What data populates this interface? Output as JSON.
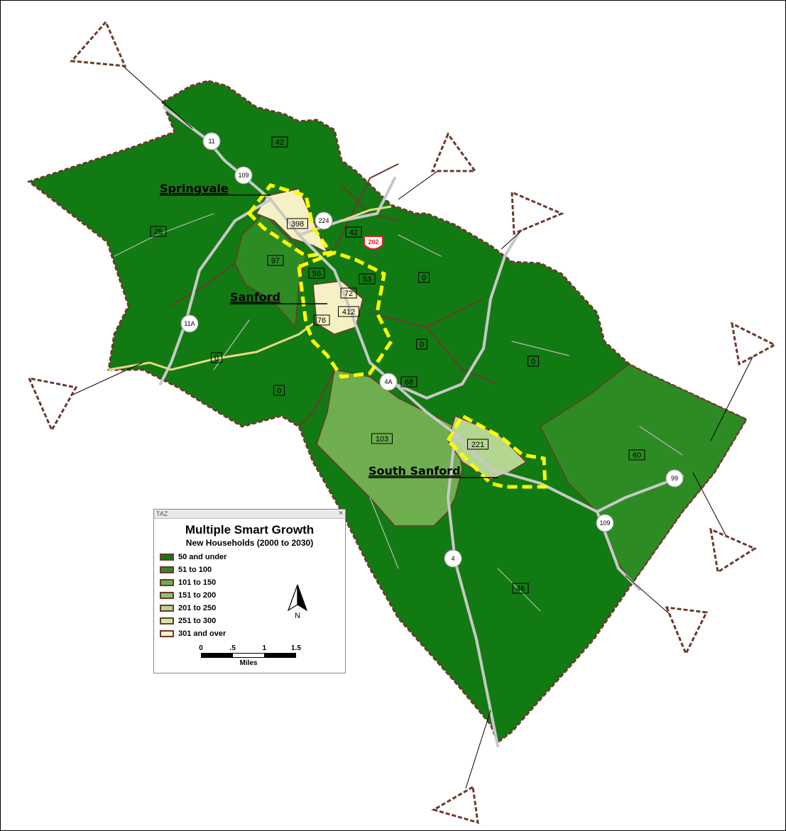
{
  "colors": {
    "class_50_and_under": "#127a12",
    "class_51_to_100": "#2d8b24",
    "class_101_to_150": "#6fae4e",
    "class_201_to_250": "#b4d690",
    "class_301_and_over": "#f6f1c4",
    "boundary": "#6b3a2c",
    "roads": "#c8c8c8",
    "highlight": "#ffff00"
  },
  "places": {
    "springvale": "Springvale",
    "sanford": "Sanford",
    "south_sanford": "South Sanford"
  },
  "taz_labels": [
    "42",
    "25",
    "398",
    "42",
    "97",
    "56",
    "53",
    "0",
    "72",
    "412",
    "76",
    "0",
    "0",
    "0",
    "68",
    "0",
    "103",
    "221",
    "60",
    "46"
  ],
  "route_shields": {
    "r11": "11",
    "r109a": "109",
    "r224": "224",
    "r202": "202",
    "r11a": "11A",
    "r4a": "4A",
    "r99": "99",
    "r109b": "109",
    "r4": "4"
  },
  "legend": {
    "window_title": "TAZ",
    "close_glyph": "×",
    "title": "Multiple Smart Growth",
    "subtitle": "New Households (2000 to 2030)",
    "items": [
      {
        "label": "50 and under",
        "color": "#127a12"
      },
      {
        "label": "51 to 100",
        "color": "#2d8b24"
      },
      {
        "label": "101 to 150",
        "color": "#6fae4e"
      },
      {
        "label": "151 to 200",
        "color": "#8fc06a"
      },
      {
        "label": "201 to 250",
        "color": "#b4d690"
      },
      {
        "label": "251 to 300",
        "color": "#d6e6ac"
      },
      {
        "label": "301 and over",
        "color": "#f6f1c4"
      }
    ],
    "north_label": "N",
    "scale_ticks": [
      "0",
      ".5",
      "1",
      "1.5"
    ],
    "scale_unit": "Miles"
  }
}
